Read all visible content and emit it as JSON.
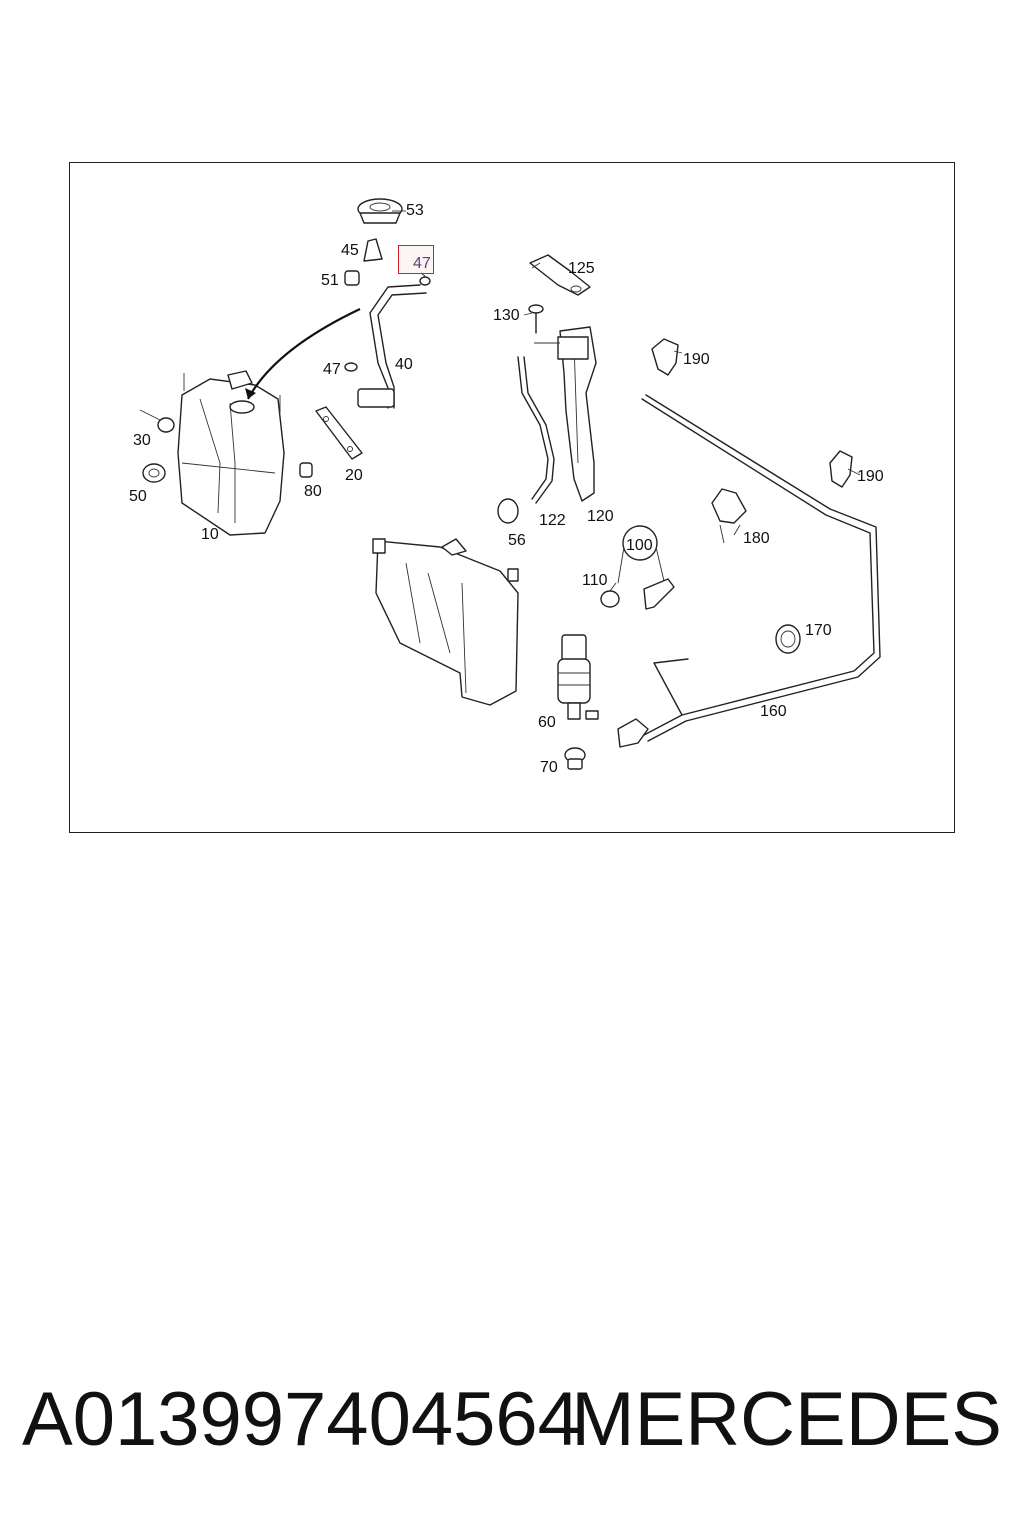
{
  "diagram": {
    "highlighted_callout": "47",
    "callouts": [
      {
        "id": "53",
        "text": "53"
      },
      {
        "id": "45",
        "text": "45"
      },
      {
        "id": "47a",
        "text": "47"
      },
      {
        "id": "51",
        "text": "51"
      },
      {
        "id": "47b",
        "text": "47"
      },
      {
        "id": "40",
        "text": "40"
      },
      {
        "id": "30",
        "text": "30"
      },
      {
        "id": "50",
        "text": "50"
      },
      {
        "id": "80",
        "text": "80"
      },
      {
        "id": "20",
        "text": "20"
      },
      {
        "id": "10",
        "text": "10"
      },
      {
        "id": "125",
        "text": "125"
      },
      {
        "id": "130",
        "text": "130"
      },
      {
        "id": "56",
        "text": "56"
      },
      {
        "id": "122",
        "text": "122"
      },
      {
        "id": "120",
        "text": "120"
      },
      {
        "id": "190a",
        "text": "190"
      },
      {
        "id": "190b",
        "text": "190"
      },
      {
        "id": "180",
        "text": "180"
      },
      {
        "id": "100",
        "text": "100"
      },
      {
        "id": "110",
        "text": "110"
      },
      {
        "id": "170",
        "text": "170"
      },
      {
        "id": "160",
        "text": "160"
      },
      {
        "id": "60",
        "text": "60"
      },
      {
        "id": "70",
        "text": "70"
      }
    ]
  },
  "footer": {
    "part_number": "A013997404564",
    "brand": "MERCEDES"
  },
  "colors": {
    "highlight": "#d21f2b",
    "line": "#222222"
  }
}
